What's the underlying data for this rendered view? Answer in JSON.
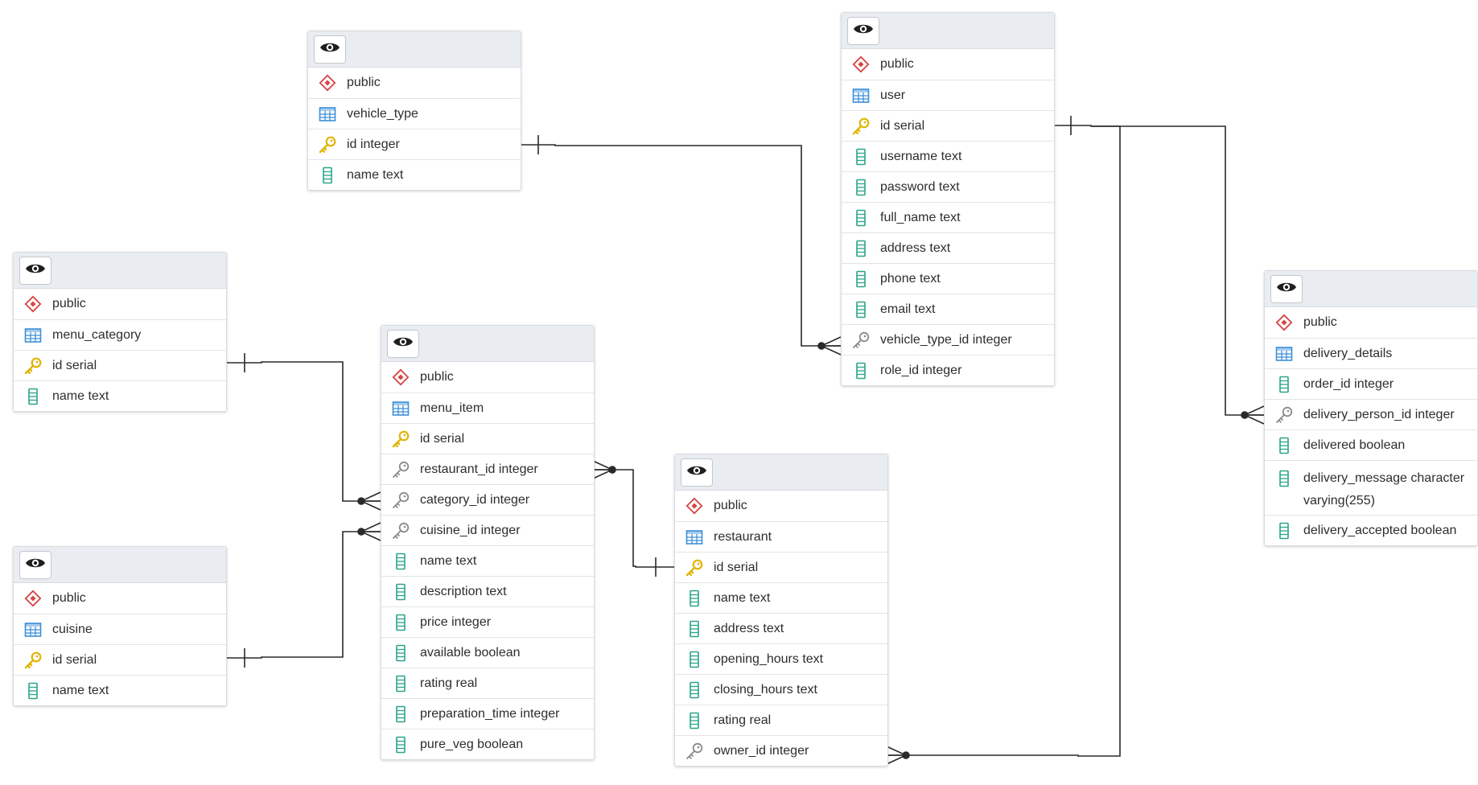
{
  "colors": {
    "line": "#2a2a2a",
    "schema_icon": "#d64545",
    "table_icon": "#3b8fd9",
    "key_icon": "#e0b400",
    "fk_icon": "#8a8a8a",
    "column_icon": "#2aa58a"
  },
  "tables": {
    "vehicle_type": {
      "schema": "public",
      "name": "vehicle_type",
      "columns": [
        {
          "label": "id integer",
          "kind": "pk"
        },
        {
          "label": "name text",
          "kind": "col"
        }
      ]
    },
    "user": {
      "schema": "public",
      "name": "user",
      "columns": [
        {
          "label": "id serial",
          "kind": "pk"
        },
        {
          "label": "username text",
          "kind": "col"
        },
        {
          "label": "password text",
          "kind": "col"
        },
        {
          "label": "full_name text",
          "kind": "col"
        },
        {
          "label": "address text",
          "kind": "col"
        },
        {
          "label": "phone text",
          "kind": "col"
        },
        {
          "label": "email text",
          "kind": "col"
        },
        {
          "label": "vehicle_type_id integer",
          "kind": "fk"
        },
        {
          "label": "role_id integer",
          "kind": "col"
        }
      ]
    },
    "menu_category": {
      "schema": "public",
      "name": "menu_category",
      "columns": [
        {
          "label": "id serial",
          "kind": "pk"
        },
        {
          "label": "name text",
          "kind": "col"
        }
      ]
    },
    "cuisine": {
      "schema": "public",
      "name": "cuisine",
      "columns": [
        {
          "label": "id serial",
          "kind": "pk"
        },
        {
          "label": "name text",
          "kind": "col"
        }
      ]
    },
    "menu_item": {
      "schema": "public",
      "name": "menu_item",
      "columns": [
        {
          "label": "id serial",
          "kind": "pk"
        },
        {
          "label": "restaurant_id integer",
          "kind": "fk"
        },
        {
          "label": "category_id integer",
          "kind": "fk"
        },
        {
          "label": "cuisine_id integer",
          "kind": "fk"
        },
        {
          "label": "name text",
          "kind": "col"
        },
        {
          "label": "description text",
          "kind": "col"
        },
        {
          "label": "price integer",
          "kind": "col"
        },
        {
          "label": "available boolean",
          "kind": "col"
        },
        {
          "label": "rating real",
          "kind": "col"
        },
        {
          "label": "preparation_time integer",
          "kind": "col"
        },
        {
          "label": "pure_veg boolean",
          "kind": "col"
        }
      ]
    },
    "restaurant": {
      "schema": "public",
      "name": "restaurant",
      "columns": [
        {
          "label": "id serial",
          "kind": "pk"
        },
        {
          "label": "name text",
          "kind": "col"
        },
        {
          "label": "address text",
          "kind": "col"
        },
        {
          "label": "opening_hours text",
          "kind": "col"
        },
        {
          "label": "closing_hours text",
          "kind": "col"
        },
        {
          "label": "rating real",
          "kind": "col"
        },
        {
          "label": "owner_id integer",
          "kind": "fk"
        }
      ]
    },
    "delivery_details": {
      "schema": "public",
      "name": "delivery_details",
      "columns": [
        {
          "label": "order_id integer",
          "kind": "col"
        },
        {
          "label": "delivery_person_id integer",
          "kind": "fk"
        },
        {
          "label": "delivered boolean",
          "kind": "col"
        },
        {
          "label": "delivery_message character varying(255)",
          "kind": "col",
          "wrap": true
        },
        {
          "label": "delivery_accepted boolean",
          "kind": "col"
        }
      ]
    }
  }
}
